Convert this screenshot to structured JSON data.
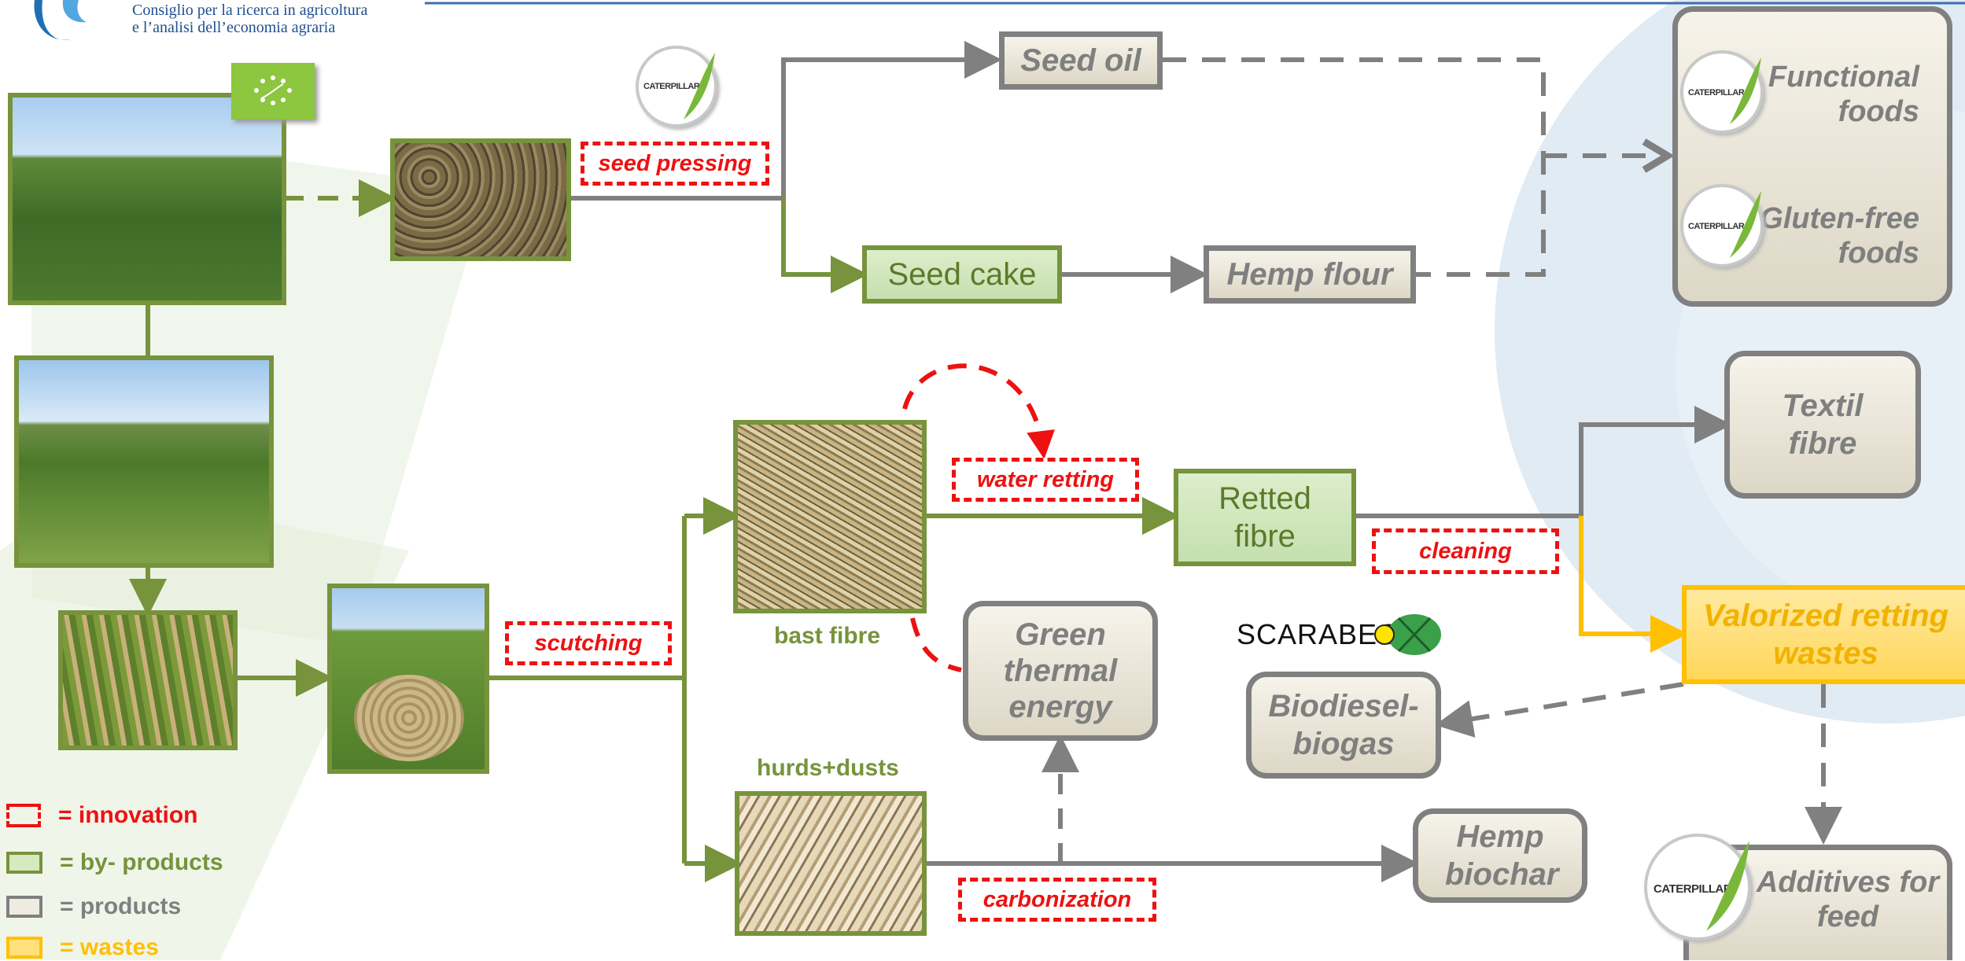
{
  "header": {
    "org_line1": "Consiglio per la ricerca in agricoltura",
    "org_line2": "e l’analisi dell’economia agraria"
  },
  "colors": {
    "byproduct_green": "#77933c",
    "product_grey": "#808080",
    "waste_yellow": "#ffc000",
    "innovation_red": "#ee1111"
  },
  "icons": {
    "eu_organic": "eu-organic-leaf-icon",
    "caterpillar": "caterpillar-logo",
    "scarabeo": "scarabeo-beetle-logo"
  },
  "products": {
    "seed_oil": "Seed oil",
    "hemp_flour": "Hemp flour",
    "functional_foods": "Functional foods",
    "gluten_free_foods": "Gluten-free foods",
    "textil_fibre": "Textil fibre",
    "green_thermal_energy": "Green thermal energy",
    "biodiesel_biogas": "Biodiesel-biogas",
    "hemp_biochar": "Hemp biochar",
    "additives_for_feed": "Additives for feed"
  },
  "byproducts": {
    "seed_cake": "Seed cake",
    "retted_fibre": "Retted fibre"
  },
  "wastes": {
    "valorized_retting_wastes": "Valorized retting wastes"
  },
  "processes": {
    "seed_pressing": "seed pressing",
    "water_retting": "water retting",
    "cleaning": "cleaning",
    "scutching": "scutching",
    "carbonization": "carbonization"
  },
  "labels": {
    "bast_fibre": "bast fibre",
    "hurds_dusts": "hurds+dusts",
    "caterpillar_text": "CATERPILLAR",
    "scarabeo_text": "SCARABEO"
  },
  "legend": {
    "innovation": "= innovation",
    "by_products": "= by- products",
    "products": "= products",
    "wastes": "= wastes"
  }
}
